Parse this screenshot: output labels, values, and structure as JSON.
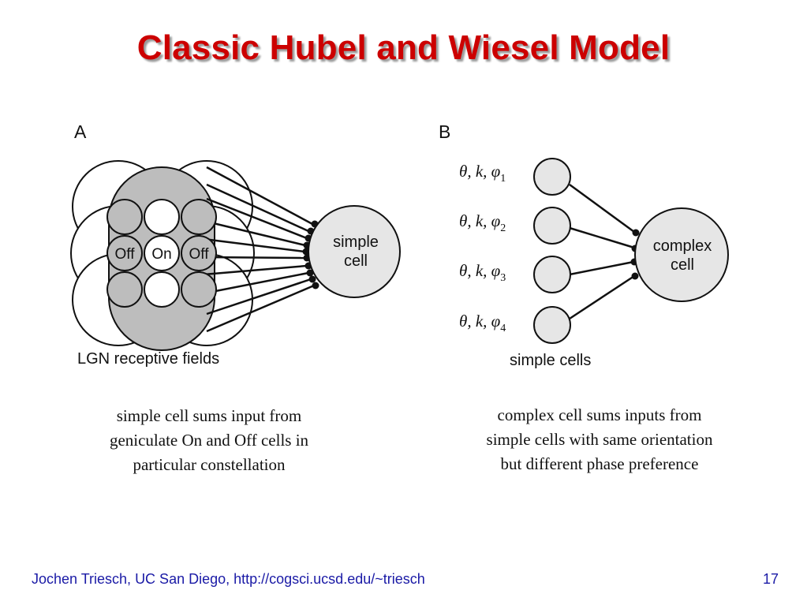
{
  "slide": {
    "title": "Classic Hubel and Wiesel Model",
    "footer": "Jochen Triesch, UC San Diego, http://cogsci.ucsd.edu/~triesch",
    "page_number": "17"
  },
  "panel_a": {
    "letter": "A",
    "off_left": "Off",
    "on_center": "On",
    "off_right": "Off",
    "target_line1": "simple",
    "target_line2": "cell",
    "bottom_label": "LGN receptive fields",
    "caption": [
      "simple cell sums input from",
      "geniculate On and Off cells in",
      "particular constellation"
    ]
  },
  "panel_b": {
    "letter": "B",
    "inputs": [
      {
        "base": "θ, k, φ",
        "sub": "1"
      },
      {
        "base": "θ, k, φ",
        "sub": "2"
      },
      {
        "base": "θ, k, φ",
        "sub": "3"
      },
      {
        "base": "θ, k, φ",
        "sub": "4"
      }
    ],
    "target_line1": "complex",
    "target_line2": "cell",
    "bottom_label": "simple cells",
    "caption": [
      "complex cell sums inputs from",
      "simple cells with same orientation",
      "but different phase preference"
    ]
  },
  "colors": {
    "title": "#cc0000",
    "footer": "#1a1aa6",
    "cell_fill": "#e6e6e6",
    "off_fill": "#bdbdbd"
  }
}
